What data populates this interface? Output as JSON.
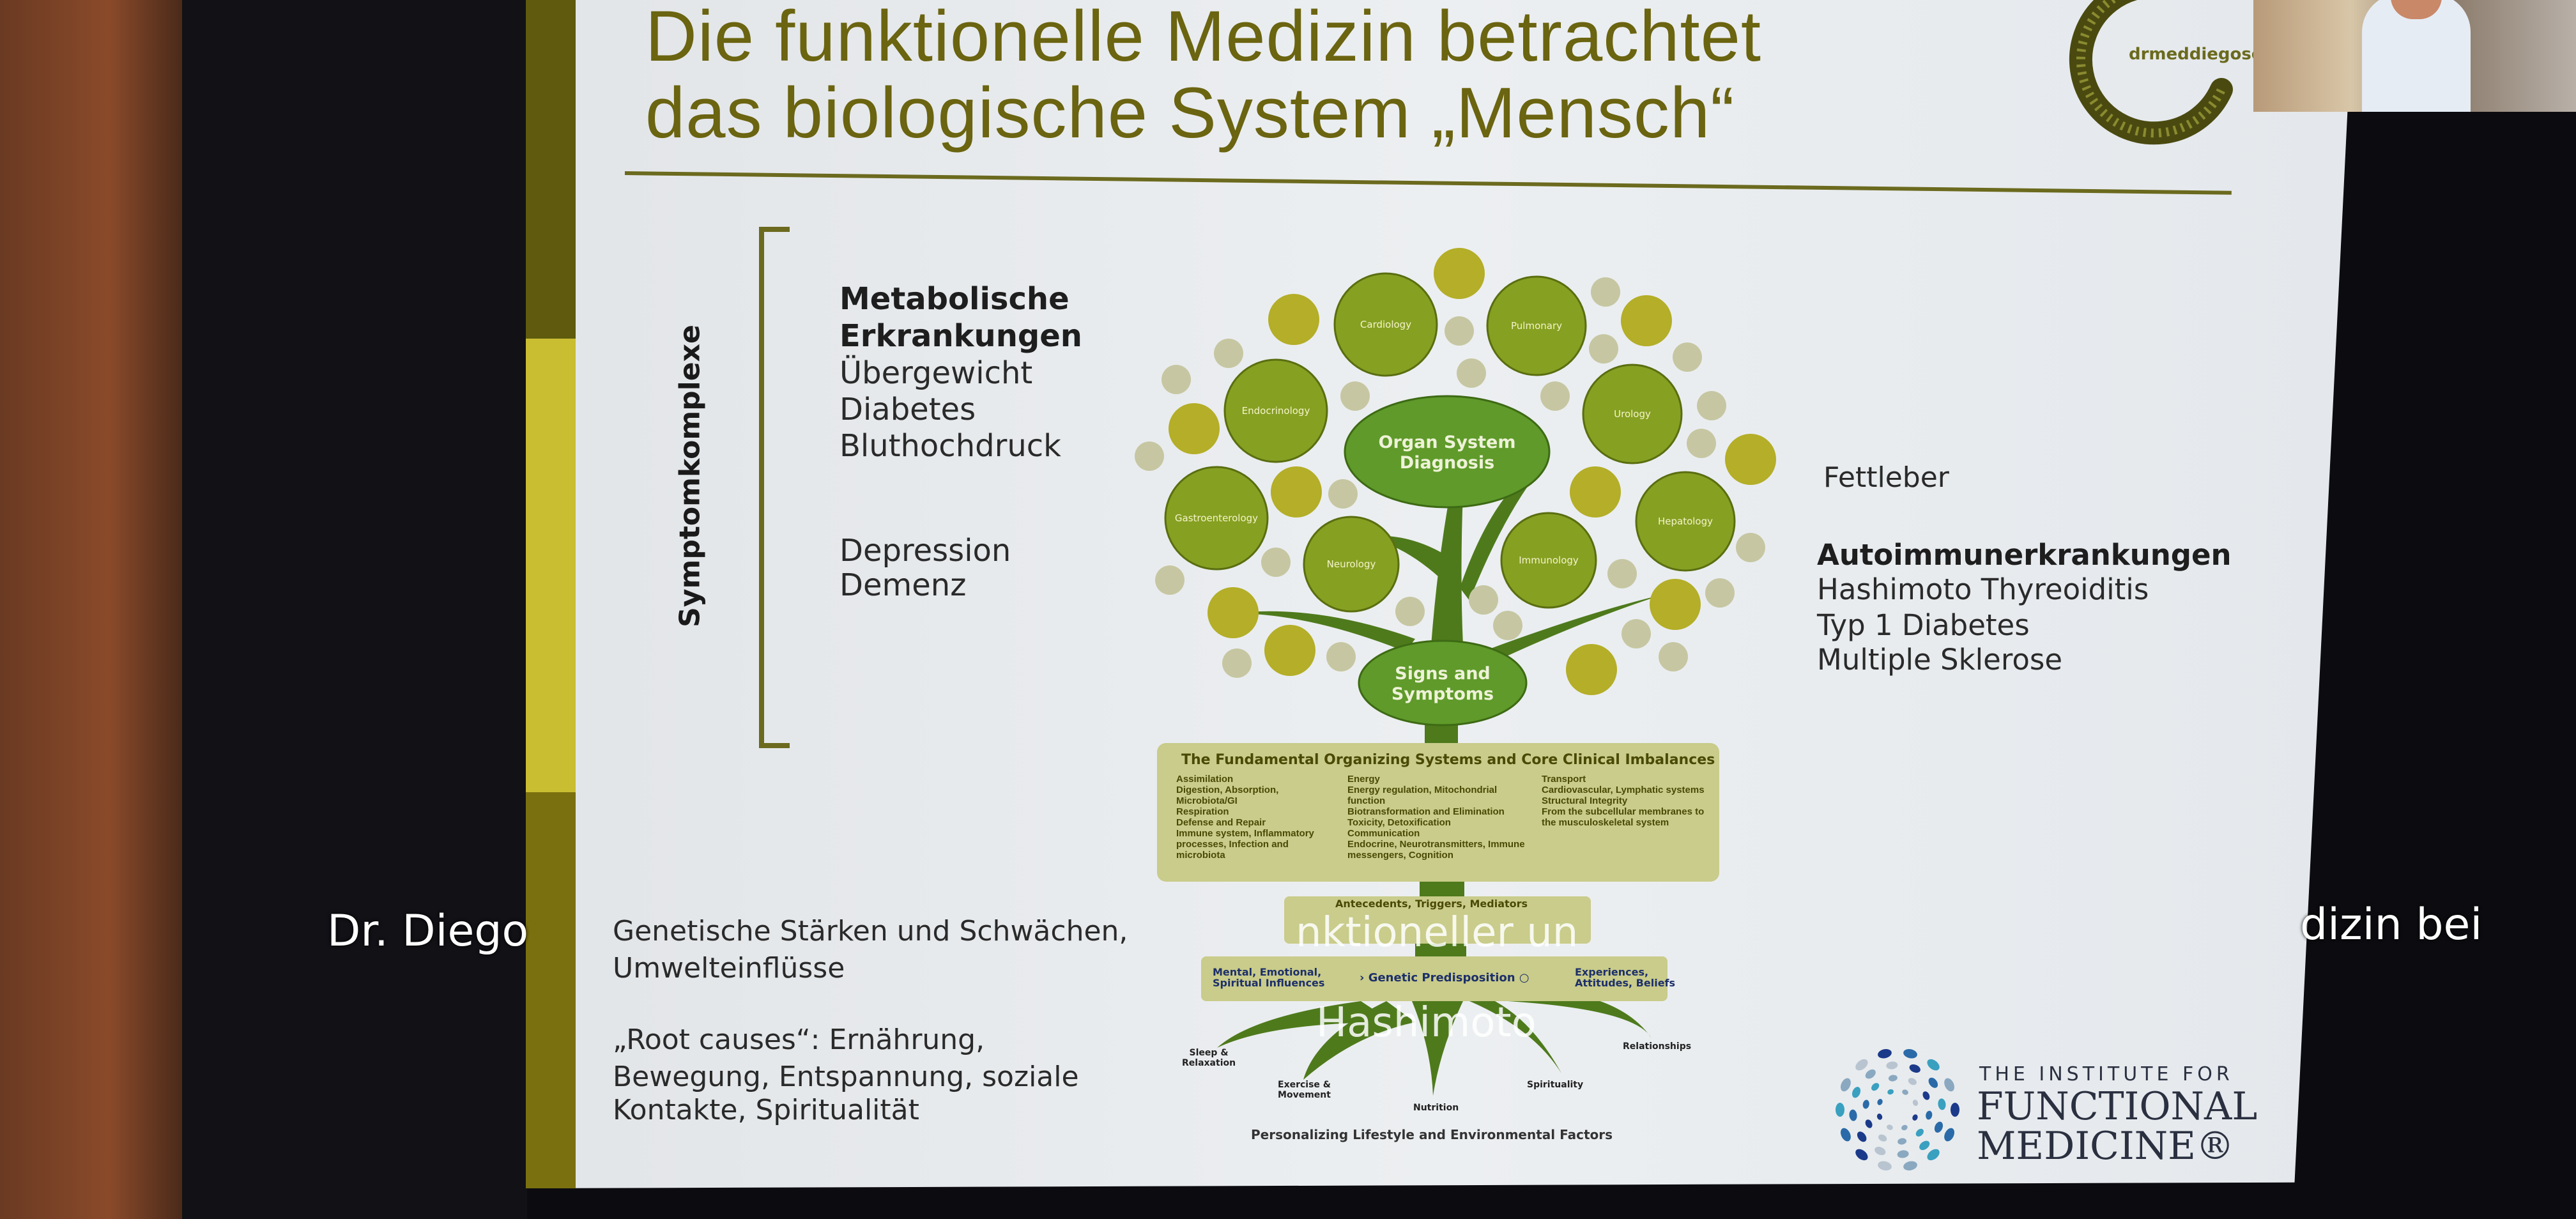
{
  "slide": {
    "title_line1": "Die funktionelle Medizin betrachtet",
    "title_line2": "das biologische System „Mensch“",
    "logo_text": "drmeddiegosch",
    "side_label": "Symptomkomplexe",
    "left_list": {
      "heading1": "Metabolische",
      "heading2": "Erkrankungen",
      "items": [
        "Übergewicht",
        "Diabetes",
        "Bluthochdruck"
      ],
      "items2": [
        "Depression",
        "Demenz"
      ]
    },
    "right_list": {
      "fettleber": "Fettleber",
      "heading": "Autoimmunerkrankungen",
      "items": [
        "Hashimoto Thyreoiditis",
        "Typ 1 Diabetes",
        "Multiple Sklerose"
      ]
    },
    "bottom_left": {
      "line1": "Genetische Stärken und Schwächen,",
      "line2": "Umwelteinflüsse",
      "line3": "„Root causes“: Ernährung,",
      "line4": "Bewegung, Entspannung, soziale",
      "line5": "Kontakte, Spiritualität"
    },
    "tree": {
      "organ_system": [
        "Organ System",
        "Diagnosis"
      ],
      "signs": [
        "Signs and",
        "Symptoms"
      ],
      "specialties": [
        "Cardiology",
        "Pulmonary",
        "Endocrinology",
        "Urology",
        "Gastroenterology",
        "Neurology",
        "Immunology",
        "Hepatology"
      ],
      "fundamental_box": {
        "title": "The Fundamental Organizing Systems and Core Clinical Imbalances",
        "col1": [
          "Assimilation",
          "Digestion, Absorption, Microbiota/GI",
          "Respiration",
          "Defense and Repair",
          "Immune system, Inflammatory",
          "processes, Infection and microbiota"
        ],
        "col2": [
          "Energy",
          "Energy regulation, Mitochondrial function",
          "Biotransformation and Elimination",
          "Toxicity, Detoxification",
          "Communication",
          "Endocrine, Neurotransmitters, Immune",
          "messengers, Cognition"
        ],
        "col3": [
          "Transport",
          "Cardiovascular, Lymphatic systems",
          "Structural Integrity",
          "From the subcellular membranes to",
          "the musculoskeletal system"
        ]
      },
      "middle_box_caption": "Antecedents, Triggers, Mediators",
      "roots_box": {
        "left": [
          "Mental, Emotional,",
          "Spiritual Influences"
        ],
        "center": "Genetic Predisposition",
        "right": [
          "Experiences,",
          "Attitudes, Beliefs"
        ]
      },
      "roots": [
        [
          "Sleep &",
          "Relaxation"
        ],
        [
          "Exercise &",
          "Movement"
        ],
        [
          "Nutrition"
        ],
        [
          "Spirituality"
        ],
        [
          "Relationships"
        ]
      ],
      "footer": "Personalizing Lifestyle and Environmental Factors"
    },
    "ifm_logo": {
      "line1": "THE INSTITUTE FOR",
      "line2": "FUNCTIONAL",
      "line3": "MEDICINE®"
    }
  },
  "captions": {
    "left": "Dr. Diego",
    "right": "dizin bei",
    "overlay1": "nktioneller un",
    "overlay2": "Hashimoto"
  },
  "colors": {
    "title": "#6b6410",
    "leaf_big": "#86a022",
    "leaf_mid": "#b4ae28",
    "leaf_small": "#c6c7a2",
    "trunk": "#4e7a1c",
    "box": "#c9cc8a"
  }
}
